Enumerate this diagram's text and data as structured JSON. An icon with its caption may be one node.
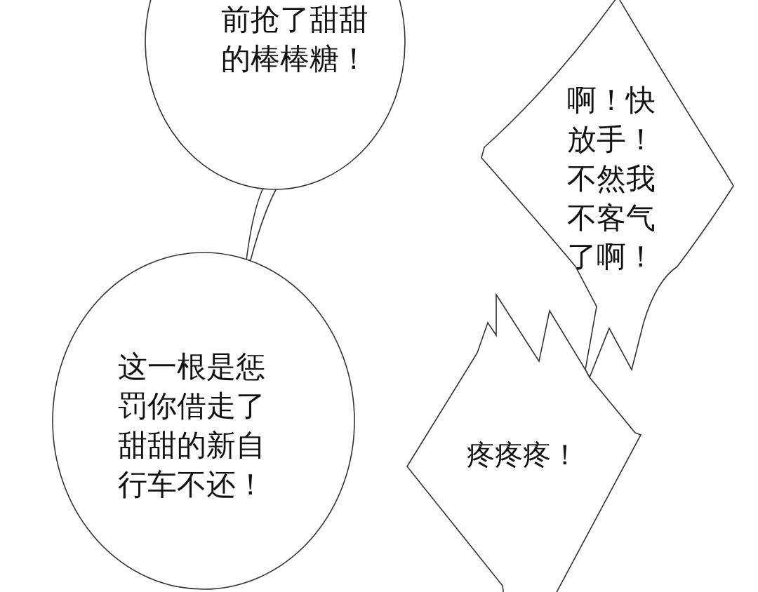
{
  "diagram": {
    "nodes": [
      {
        "text": [
          "前抢了甜甜的棒棒糖！"
        ]
      },
      {
        "text": [
          "这一根是惩罚你借走了甜甜的新自行车不还！"
        ]
      },
      {
        "text": [
          "啊！快放手！不然我不客气了啊！"
        ]
      },
      {
        "text": [
          "疼疼疼！"
        ]
      }
    ],
    "edges": [
      {
        "from": 0,
        "to": 1,
        "arrow": "none"
      }
    ]
  }
}
